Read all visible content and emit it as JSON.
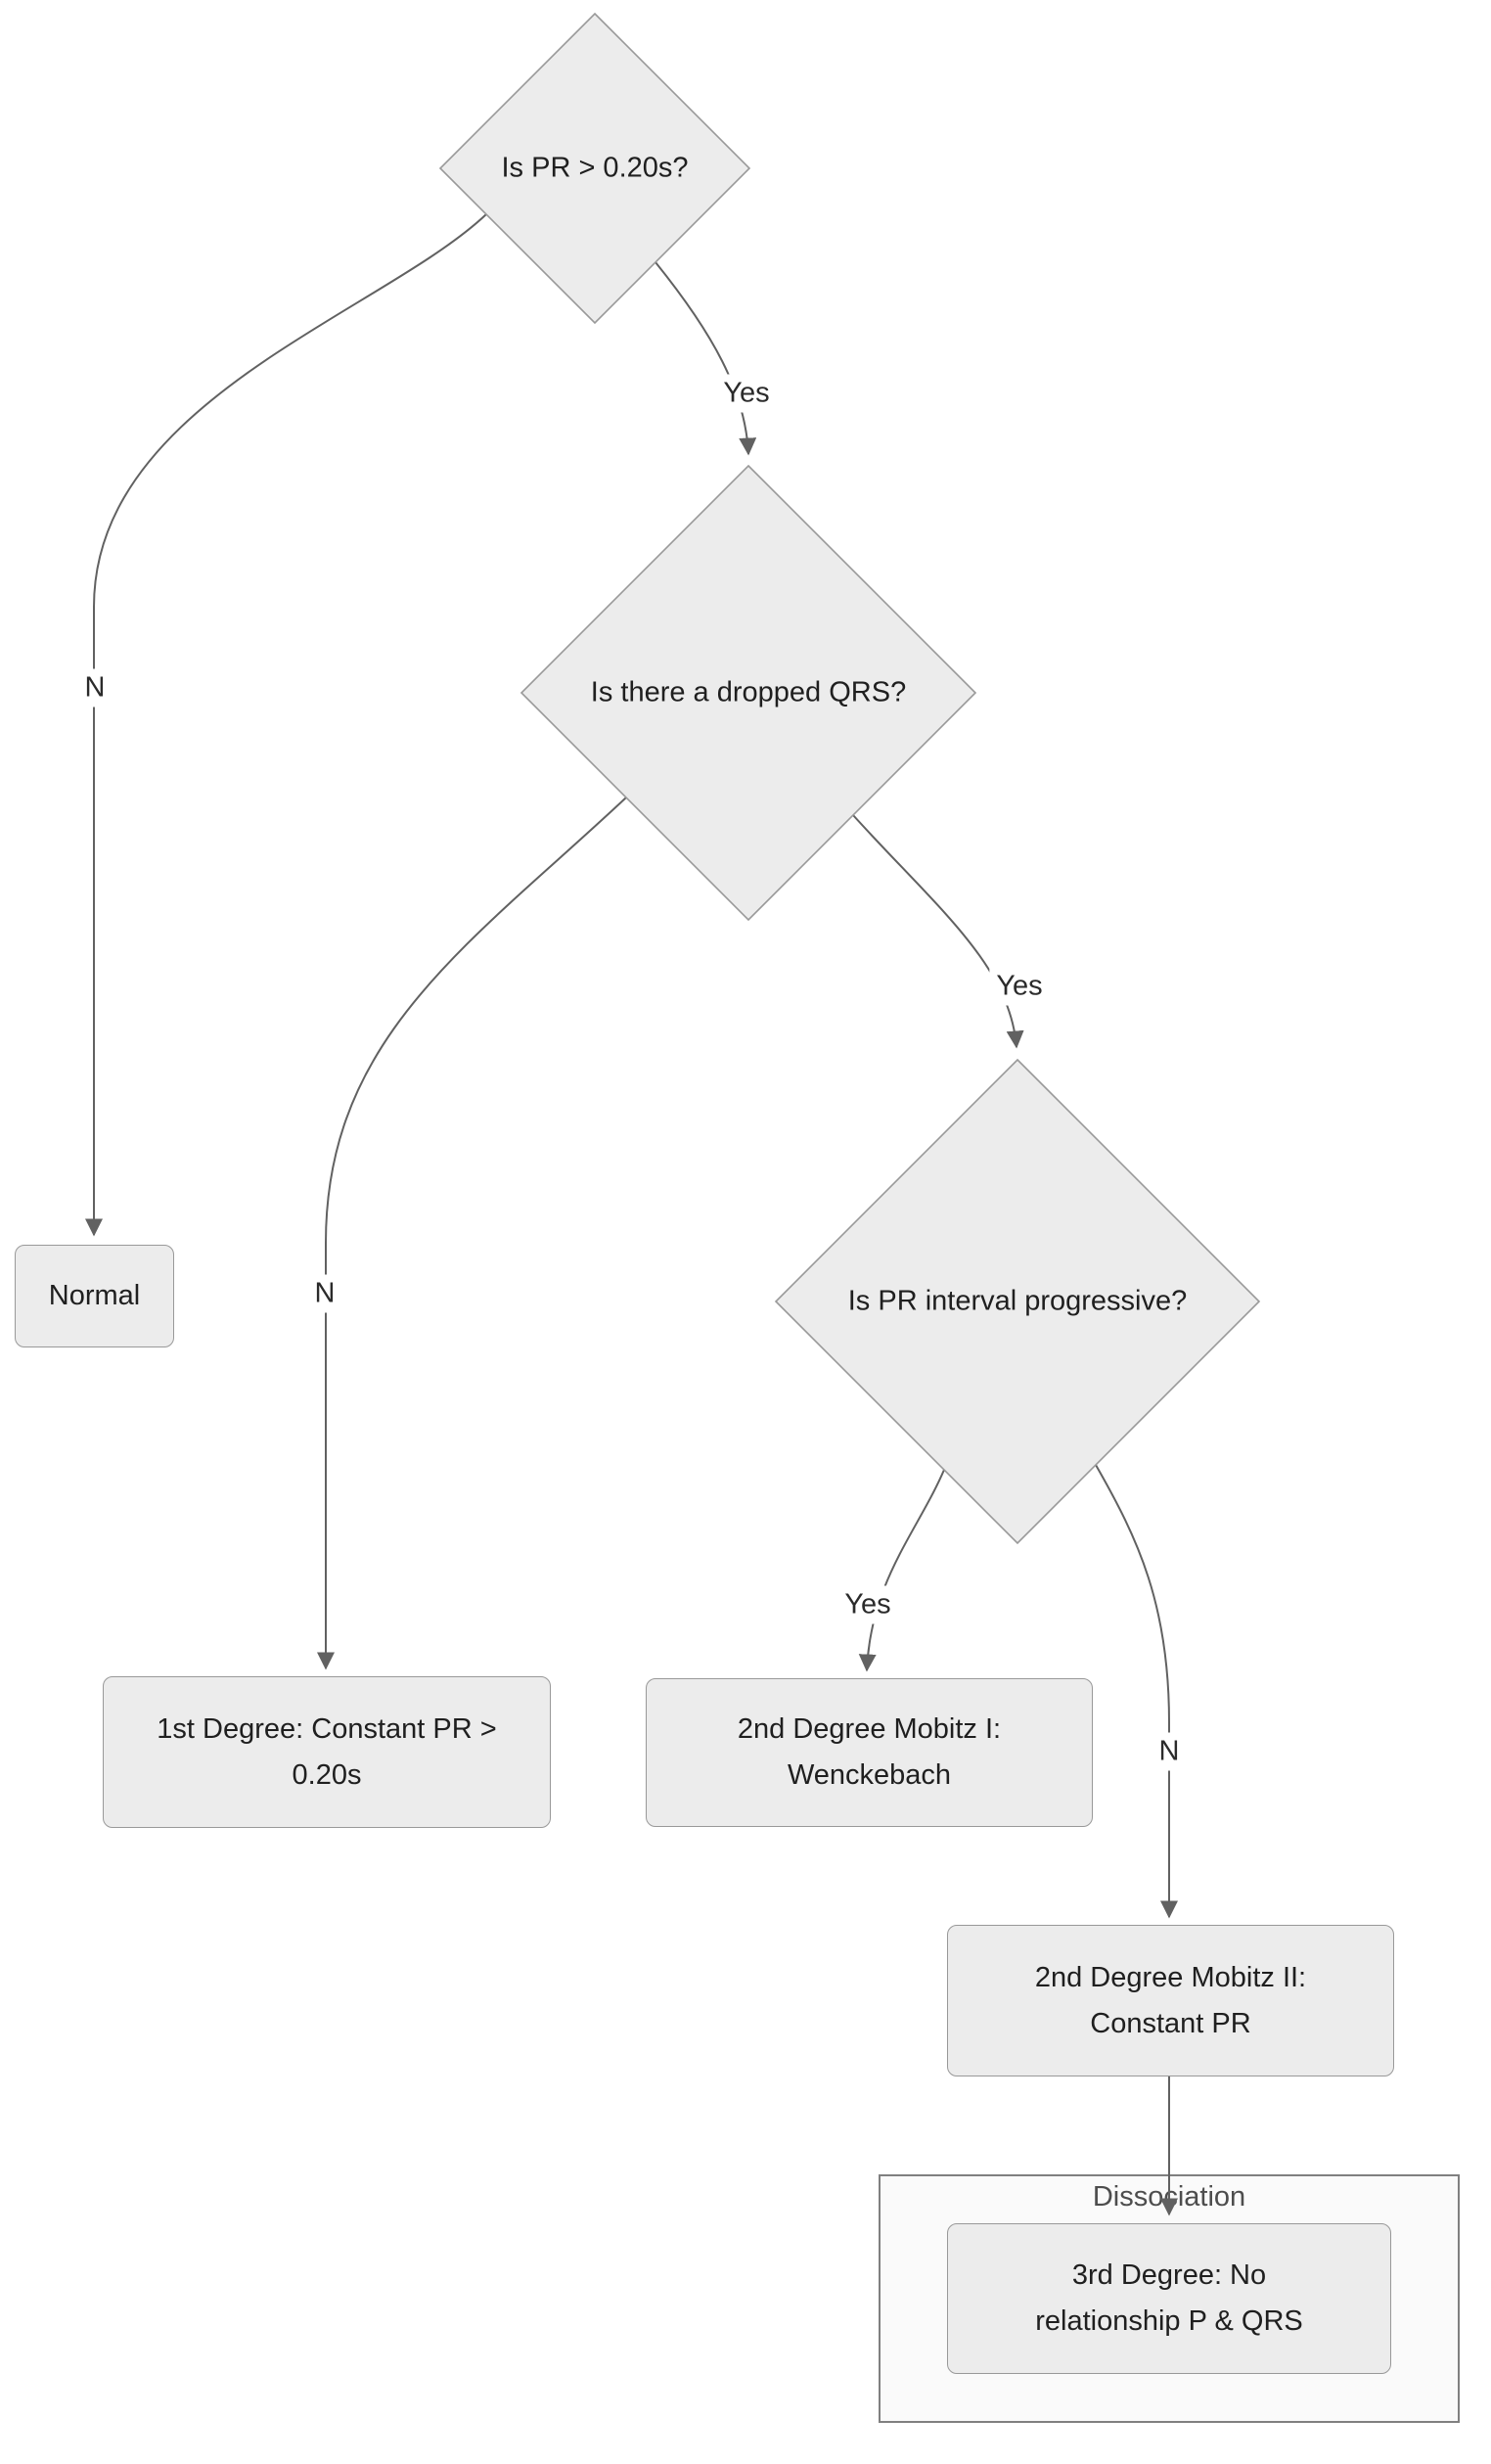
{
  "flowchart": {
    "decisions": [
      {
        "id": "d1",
        "label": "Is PR > 0.20s?"
      },
      {
        "id": "d2",
        "label": "Is there a dropped QRS?"
      },
      {
        "id": "d3",
        "label": "Is PR interval progressive?"
      }
    ],
    "outcomes": [
      {
        "id": "normal",
        "lines": [
          "Normal"
        ]
      },
      {
        "id": "first",
        "lines": [
          "1st Degree: Constant PR >",
          "0.20s"
        ]
      },
      {
        "id": "mobitz1",
        "lines": [
          "2nd Degree Mobitz I:",
          "Wenckebach"
        ]
      },
      {
        "id": "mobitz2",
        "lines": [
          "2nd Degree Mobitz II:",
          "Constant PR"
        ]
      },
      {
        "id": "third",
        "lines": [
          "3rd Degree: No",
          "relationship P & QRS"
        ]
      }
    ],
    "group": {
      "title": "Dissociation"
    },
    "edge_labels": {
      "d1_no": "N",
      "d1_yes": "Yes",
      "d2_no": "N",
      "d2_yes": "Yes",
      "d3_yes": "Yes",
      "d3_no": "N"
    },
    "colors": {
      "node_fill": "#ececec",
      "node_border": "#999999",
      "edge_stroke": "#616161",
      "text": "#1f1f1f",
      "group_fill": "#fafafa",
      "group_border": "#808080",
      "group_title_text": "#4d4d4d",
      "background": "#ffffff"
    }
  }
}
